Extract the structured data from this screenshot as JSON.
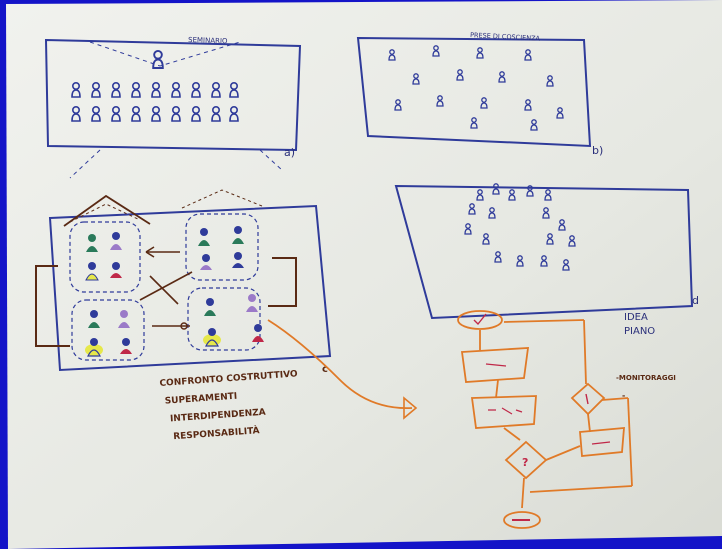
{
  "photo": {
    "colors": {
      "frame": "#1414c8",
      "paper": "#e9ebe6",
      "ink_blue": "#2f3b9a",
      "ink_brown": "#5a2a14",
      "ink_orange": "#e07a28",
      "highlight_yellow": "#e6e84a"
    }
  },
  "labels": {
    "seminario": "SEMINARIO",
    "prese_di_coscienza": "PRESE DI COSCIENZA",
    "mark_a": "a)",
    "mark_b": "b)",
    "mark_d": "d",
    "idea_piano": [
      "IDEA",
      "PIANO"
    ],
    "monitoraggi": "-MONITORAGGI",
    "cooperative_list": [
      "CONFRONTO COSTRUTTIVO",
      "SUPERAMENTI",
      "INTERDIPENDENZA",
      "RESPONSABILITÀ"
    ]
  }
}
